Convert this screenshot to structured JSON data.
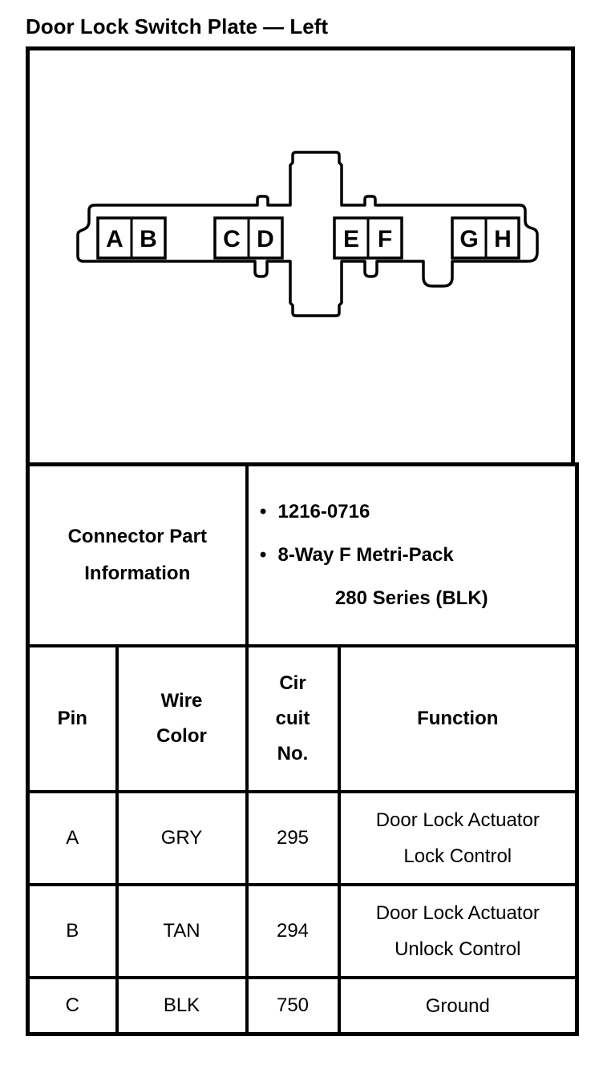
{
  "page": {
    "title": "Door Lock Switch Plate — Left",
    "ink_color": "#000000",
    "paper_color": "#ffffff"
  },
  "connector_diagram": {
    "pins": [
      "A",
      "B",
      "C",
      "D",
      "E",
      "F",
      "G",
      "H"
    ]
  },
  "info_row": {
    "label_lines": [
      "Connector Part",
      "Information"
    ],
    "bullet_char": "•",
    "bullet_items": [
      "1216-0716",
      "8-Way F Metri-Pack"
    ],
    "wrap_line": "280 Series (BLK)"
  },
  "pin_table": {
    "header_lines": {
      "pin": [
        "Pin"
      ],
      "wire_color": [
        "Wire",
        "Color"
      ],
      "circuit_no": [
        "Cir",
        "cuit",
        "No."
      ],
      "function": [
        "Function"
      ]
    },
    "rows": [
      {
        "pin": "A",
        "wire_color": "GRY",
        "circuit_no": "295",
        "function_lines": [
          "Door Lock Actuator",
          "Lock Control"
        ]
      },
      {
        "pin": "B",
        "wire_color": "TAN",
        "circuit_no": "294",
        "function_lines": [
          "Door Lock Actuator",
          "Unlock Control"
        ]
      },
      {
        "pin": "C",
        "wire_color": "BLK",
        "circuit_no": "750",
        "function_lines": [
          "Ground"
        ]
      }
    ]
  }
}
